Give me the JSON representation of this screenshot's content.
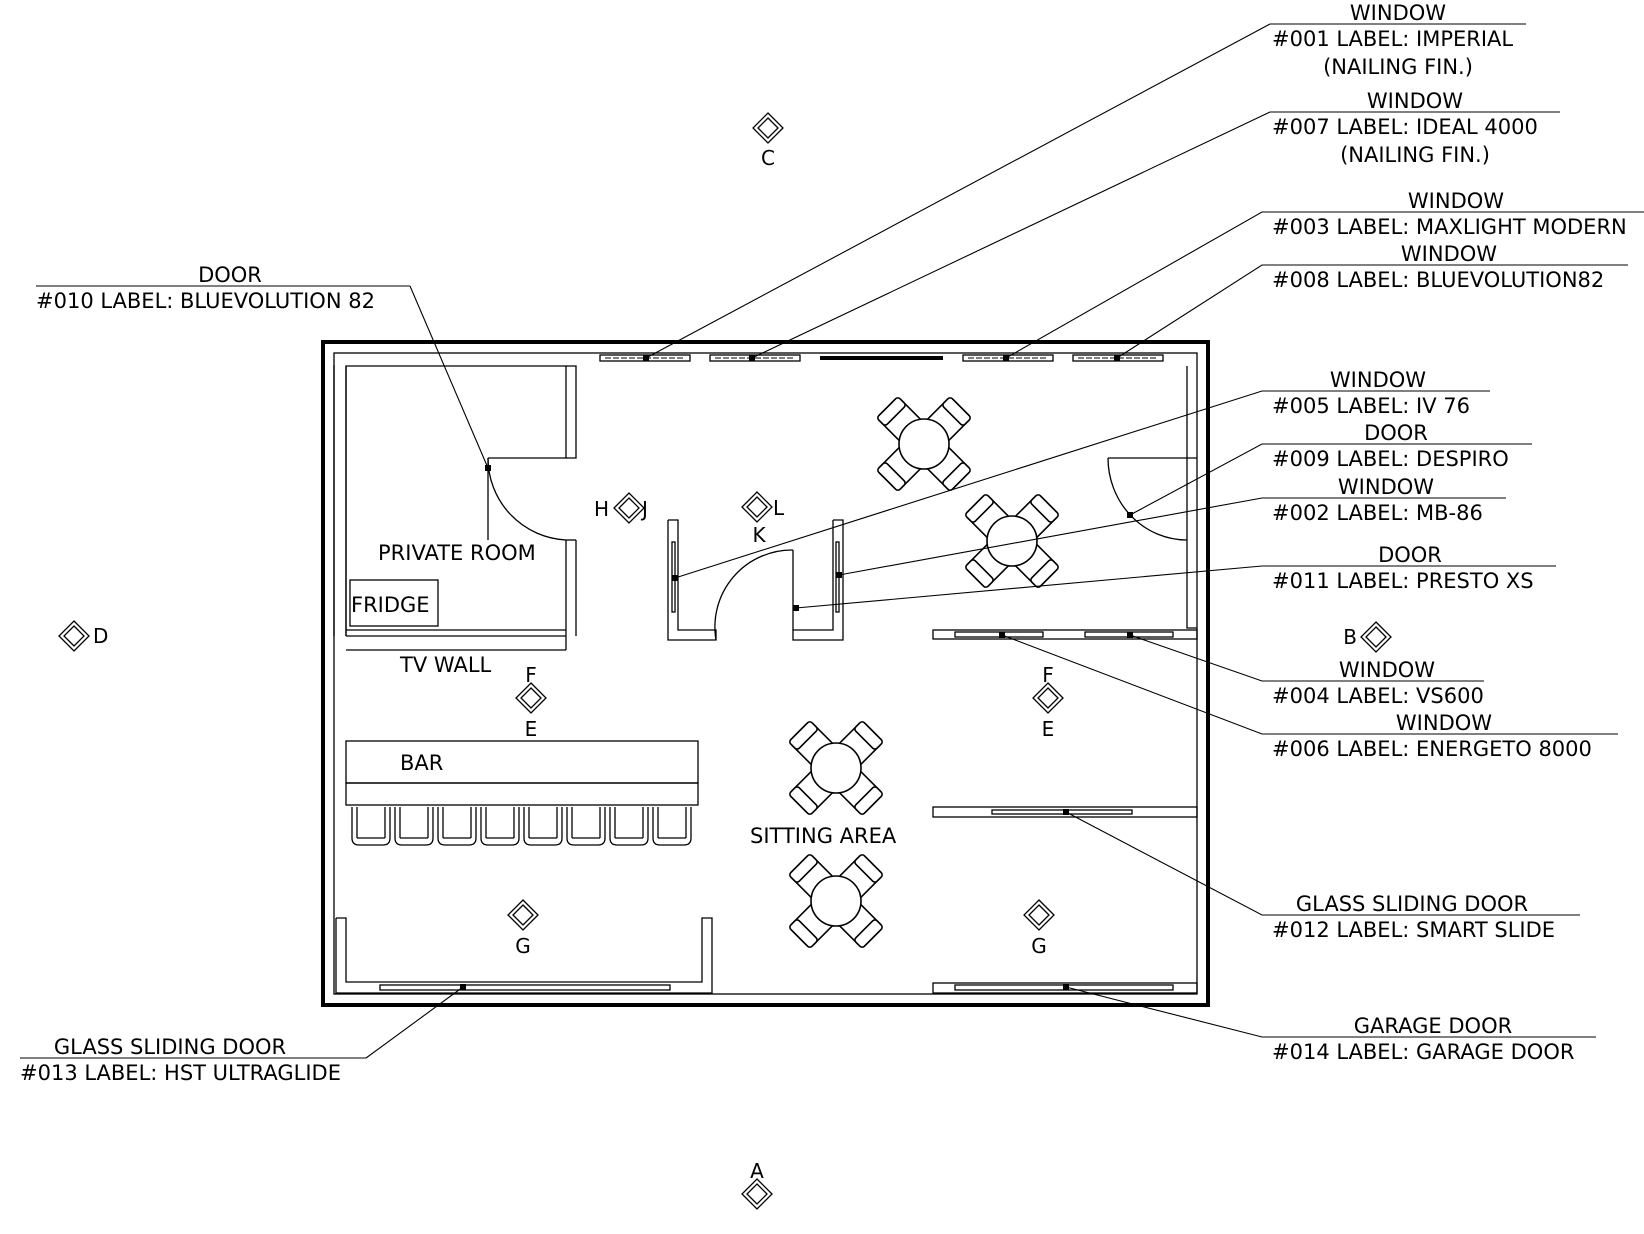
{
  "rooms": {
    "private_room": "PRIVATE ROOM",
    "fridge": "FRIDGE",
    "tv_wall": "TV WALL",
    "bar": "BAR",
    "sitting_area": "SITTING AREA"
  },
  "markers": {
    "A": "A",
    "B": "B",
    "C": "C",
    "D": "D",
    "E": "E",
    "F": "F",
    "G": "G",
    "H": "H",
    "J": "J",
    "K": "K",
    "L": "L"
  },
  "callouts": [
    {
      "id": "w001",
      "title": "WINDOW",
      "line1": "#001 LABEL: IMPERIAL",
      "line2": "(NAILING FIN.)"
    },
    {
      "id": "w007",
      "title": "WINDOW",
      "line1": "#007 LABEL: IDEAL 4000",
      "line2": "(NAILING FIN.)"
    },
    {
      "id": "w003",
      "title": "WINDOW",
      "line1": "#003 LABEL: MAXLIGHT MODERN",
      "line2": ""
    },
    {
      "id": "w008",
      "title": "WINDOW",
      "line1": "#008 LABEL: BLUEVOLUTION82",
      "line2": ""
    },
    {
      "id": "d010",
      "title": "DOOR",
      "line1": "#010 LABEL: BLUEVOLUTION 82",
      "line2": ""
    },
    {
      "id": "w005",
      "title": "WINDOW",
      "line1": "#005 LABEL: IV 76",
      "line2": ""
    },
    {
      "id": "d009",
      "title": "DOOR",
      "line1": "#009 LABEL: DESPIRO",
      "line2": ""
    },
    {
      "id": "w002",
      "title": "WINDOW",
      "line1": "#002 LABEL: MB-86",
      "line2": ""
    },
    {
      "id": "d011",
      "title": "DOOR",
      "line1": "#011 LABEL: PRESTO XS",
      "line2": ""
    },
    {
      "id": "w004",
      "title": "WINDOW",
      "line1": "#004 LABEL: VS600",
      "line2": ""
    },
    {
      "id": "w006",
      "title": "WINDOW",
      "line1": "#006 LABEL: ENERGETO 8000",
      "line2": ""
    },
    {
      "id": "g012",
      "title": "GLASS SLIDING DOOR",
      "line1": "#012 LABEL: SMART SLIDE",
      "line2": ""
    },
    {
      "id": "g013",
      "title": "GLASS SLIDING DOOR",
      "line1": "#013 LABEL: HST ULTRAGLIDE",
      "line2": ""
    },
    {
      "id": "g014",
      "title": "GARAGE DOOR",
      "line1": "#014 LABEL: GARAGE DOOR",
      "line2": ""
    }
  ]
}
